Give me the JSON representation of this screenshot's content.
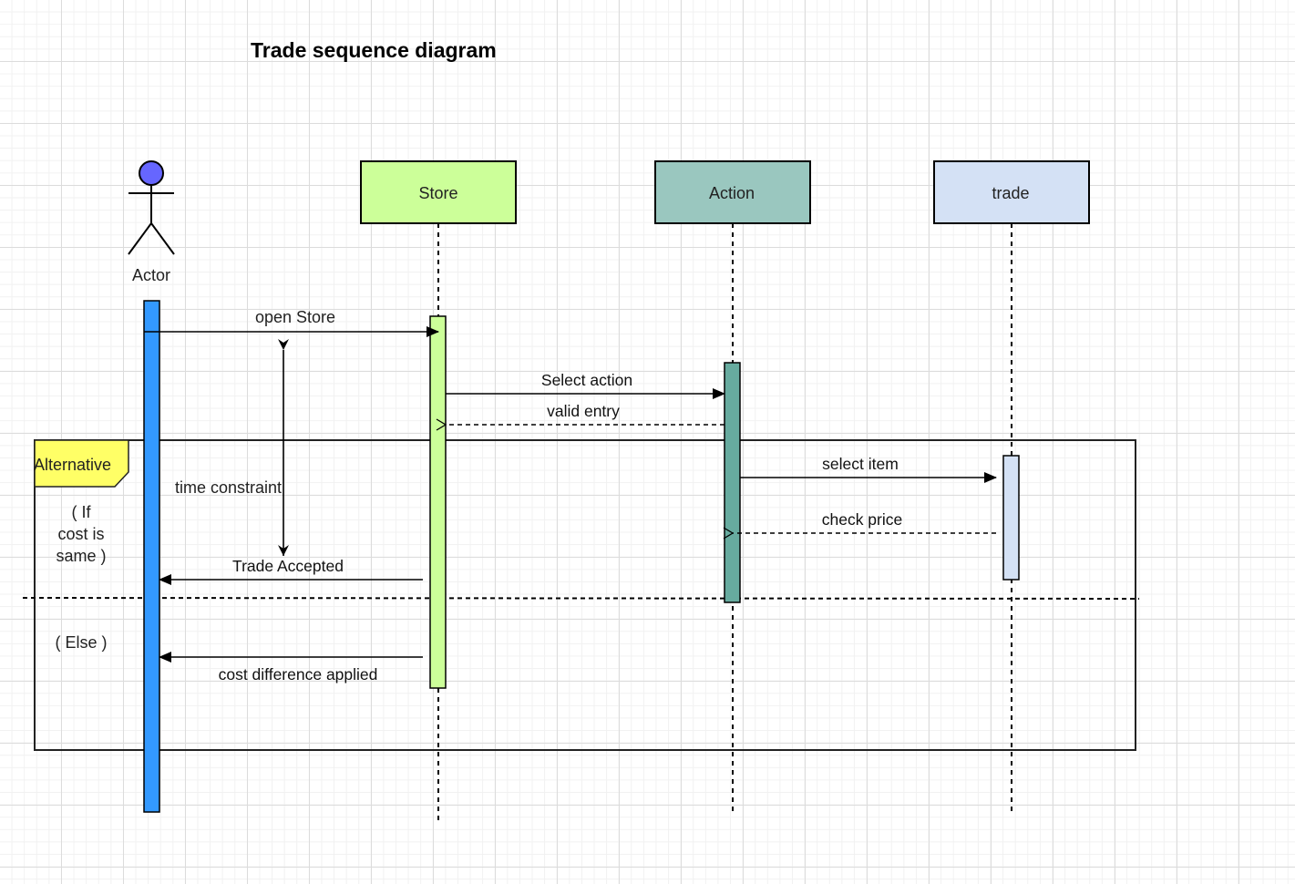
{
  "diagram": {
    "title": "Trade sequence diagram",
    "actor": {
      "label": "Actor"
    },
    "lifelines": {
      "store": {
        "label": "Store",
        "color": "#CCFF99"
      },
      "action": {
        "label": "Action",
        "color": "#9AC7BF"
      },
      "trade": {
        "label": "trade",
        "color": "#D4E1F5"
      }
    },
    "activation_colors": {
      "actor": "#3399FF",
      "store": "#CCFF99",
      "action": "#67AB9F",
      "trade": "#D4E1F5"
    },
    "messages": {
      "open_store": "open Store",
      "select_action": "Select action",
      "valid_entry": "valid entry",
      "select_item": "select item",
      "check_price": "check price",
      "trade_accepted": "Trade Accepted",
      "cost_difference": "cost difference applied"
    },
    "constraint": {
      "label": "time constraint"
    },
    "fragment": {
      "label": "Alternative",
      "label_color": "#FFFF66",
      "guard_if": [
        "( If",
        "cost is",
        "same )"
      ],
      "guard_else": "( Else )"
    }
  }
}
